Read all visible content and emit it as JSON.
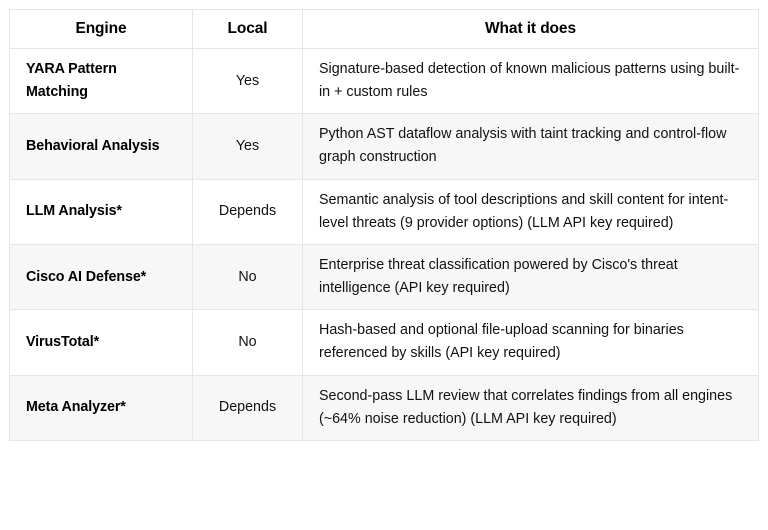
{
  "table": {
    "name": "security-engines-comparison-table",
    "colors": {
      "page_background": "#ffffff",
      "border": "#e6e6e6",
      "row_alt_background": "#f7f7f7",
      "row_plain_background": "#ffffff",
      "text": "#111111",
      "heading_text": "#000000"
    },
    "columns": [
      {
        "key": "engine",
        "label": "Engine",
        "align": "center"
      },
      {
        "key": "local",
        "label": "Local",
        "align": "center"
      },
      {
        "key": "desc",
        "label": "What it does",
        "align": "center"
      }
    ],
    "rows": [
      {
        "engine": "YARA Pattern Matching",
        "local": "Yes",
        "desc": "Signature-based detection of known malicious patterns using built-in + custom rules",
        "shaded": false
      },
      {
        "engine": "Behavioral Analysis",
        "local": "Yes",
        "desc": "Python AST dataflow analysis with taint tracking and control-flow graph construction",
        "shaded": true
      },
      {
        "engine": "LLM Analysis*",
        "local": "Depends",
        "desc": "Semantic analysis of tool descriptions and skill content for intent-level threats (9 provider options) (LLM API key required)",
        "shaded": false
      },
      {
        "engine": "Cisco AI Defense*",
        "local": "No",
        "desc": "Enterprise threat classification powered by Cisco's threat intelligence (API key required)",
        "shaded": true
      },
      {
        "engine": "VirusTotal*",
        "local": "No",
        "desc": "Hash-based and optional file-upload scanning for binaries referenced by skills (API key required)",
        "shaded": false
      },
      {
        "engine": "Meta Analyzer*",
        "local": "Depends",
        "desc": "Second-pass LLM review that correlates findings from all engines (~64% noise reduction) (LLM API key required)",
        "shaded": true
      }
    ]
  }
}
